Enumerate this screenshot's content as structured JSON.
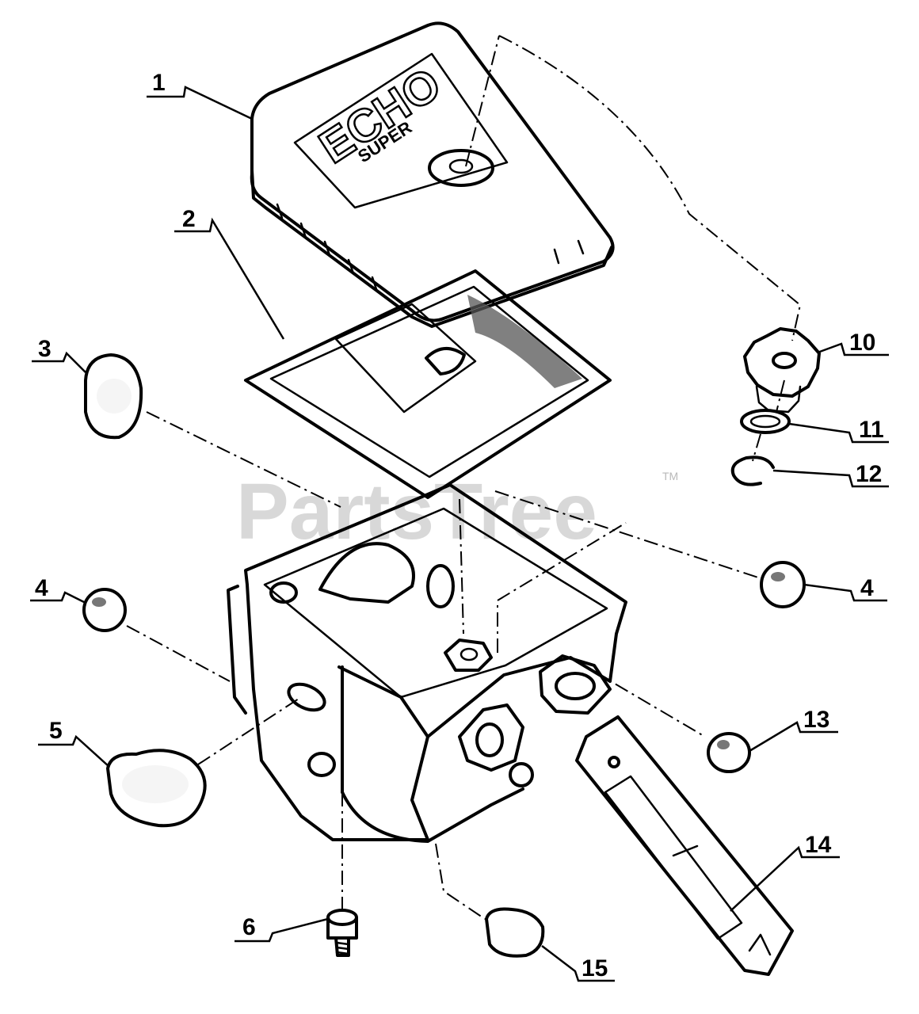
{
  "diagram": {
    "brand_text": "ECHO",
    "brand_subtext": "SUPER",
    "watermark": "PartsTree",
    "watermark_tm": "TM",
    "callouts": [
      {
        "id": "c1",
        "label": "1"
      },
      {
        "id": "c2",
        "label": "2"
      },
      {
        "id": "c3",
        "label": "3"
      },
      {
        "id": "c4a",
        "label": "4"
      },
      {
        "id": "c4b",
        "label": "4"
      },
      {
        "id": "c5",
        "label": "5"
      },
      {
        "id": "c6",
        "label": "6"
      },
      {
        "id": "c10",
        "label": "10"
      },
      {
        "id": "c11",
        "label": "11"
      },
      {
        "id": "c12",
        "label": "12"
      },
      {
        "id": "c13",
        "label": "13"
      },
      {
        "id": "c14",
        "label": "14"
      },
      {
        "id": "c15",
        "label": "15"
      }
    ]
  }
}
